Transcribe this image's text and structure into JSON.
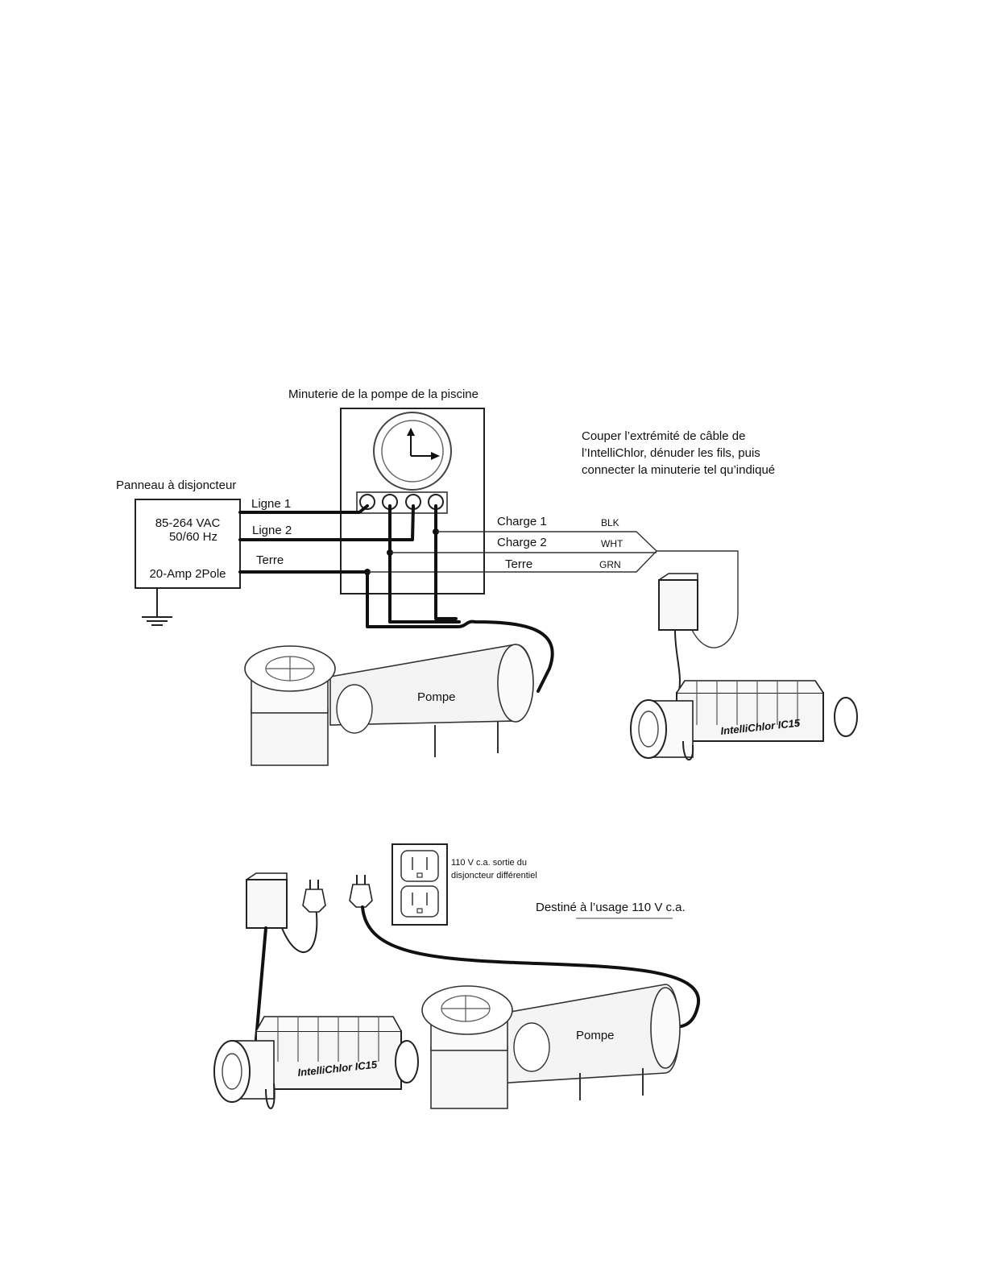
{
  "timer_diagram": {
    "timer_title": "Minuterie de la pompe de la piscine",
    "instruction_lines": [
      "Couper l’extrémité de câble de",
      "l’IntelliChlor, dénuder les fils, puis",
      "connecter la minuterie tel qu’indiqué"
    ],
    "breaker_panel_title": "Panneau à disjoncteur",
    "breaker_voltage": "85-264 VAC",
    "breaker_frequency": "50/60 Hz",
    "breaker_rating": "20-Amp 2Pole",
    "line1": "Ligne 1",
    "line2": "Ligne 2",
    "ground_left": "Terre",
    "load1": "Charge 1",
    "load2": "Charge 2",
    "ground_right": "Terre",
    "wire_blk": "BLK",
    "wire_wht": "WHT",
    "wire_grn": "GRN",
    "pump_label": "Pompe",
    "cell_label": "IntelliChlor IC15"
  },
  "outlet_diagram": {
    "outlet_line1": "110 V c.a. sortie du",
    "outlet_line2": "disjoncteur différentiel",
    "usage_label": "Destiné à l’usage 110 V c.a.",
    "pump_label": "Pompe",
    "cell_label": "IntelliChlor IC15"
  }
}
